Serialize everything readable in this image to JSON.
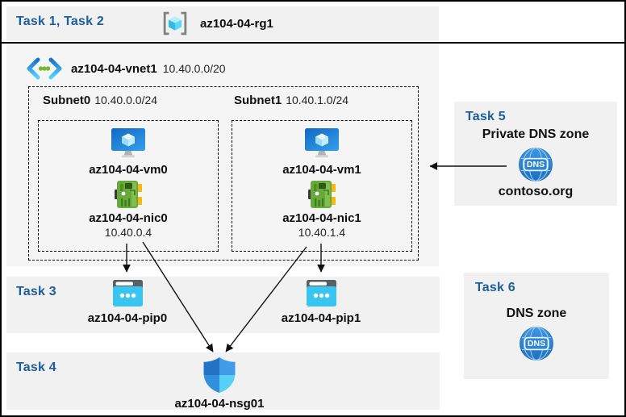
{
  "colors": {
    "task_blue": "#1B5E9E",
    "band_gray": "#F1F1F1",
    "vnet_gray": "#F5F5F5",
    "arrow_black": "#111111",
    "azure_blue": "#2E86D4",
    "pip_cyan": "#38C6F0",
    "nic_green": "#68A93C",
    "connector_yellow": "#F5B914",
    "dot_green": "#76B82E"
  },
  "header": {
    "task_label": "Task 1, Task 2",
    "rg_name": "az104-04-rg1",
    "rg_icon": "resource-group-icon"
  },
  "vnet": {
    "name": "az104-04-vnet1",
    "cidr": "10.40.0.0/20",
    "icon": "virtual-network-icon",
    "subnets": [
      {
        "name": "Subnet0",
        "cidr": "10.40.0.0/24",
        "vm": "az104-04-vm0",
        "nic": "az104-04-nic0",
        "ip": "10.40.0.4"
      },
      {
        "name": "Subnet1",
        "cidr": "10.40.1.0/24",
        "vm": "az104-04-vm1",
        "nic": "az104-04-nic1",
        "ip": "10.40.1.4"
      }
    ]
  },
  "task3": {
    "label": "Task 3",
    "pip0": "az104-04-pip0",
    "pip1": "az104-04-pip1",
    "icon": "public-ip-icon"
  },
  "task4": {
    "label": "Task 4",
    "nsg": "az104-04-nsg01",
    "icon": "network-security-group-icon"
  },
  "task5": {
    "label": "Task 5",
    "title": "Private DNS zone",
    "zone": "contoso.org",
    "icon": "dns-globe-icon"
  },
  "task6": {
    "label": "Task 6",
    "title": "DNS zone",
    "icon": "dns-globe-icon"
  },
  "dns_badge": "DNS",
  "connections": [
    {
      "from": "az104-04-nic0",
      "to": "az104-04-pip0"
    },
    {
      "from": "az104-04-nic1",
      "to": "az104-04-pip1"
    },
    {
      "from": "az104-04-nic0",
      "to": "az104-04-nsg01"
    },
    {
      "from": "az104-04-nic1",
      "to": "az104-04-nsg01"
    },
    {
      "from": "contoso.org private DNS zone",
      "to": "az104-04-vnet1"
    }
  ]
}
